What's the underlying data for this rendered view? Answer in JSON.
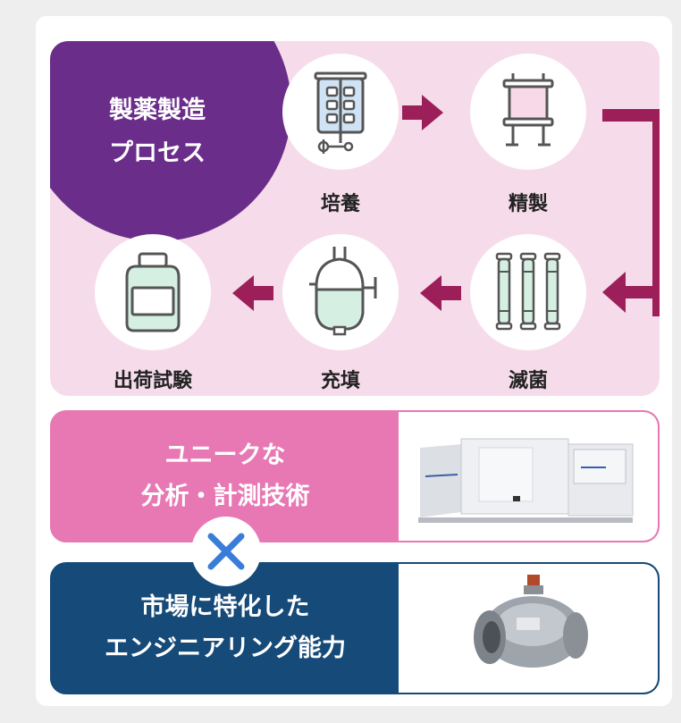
{
  "process": {
    "badge_line1": "製薬製造",
    "badge_line2": "プロセス",
    "steps": [
      {
        "label": "培養",
        "icon": "bioreactor-icon"
      },
      {
        "label": "精製",
        "icon": "purification-column-icon"
      },
      {
        "label": "滅菌",
        "icon": "filter-cartridges-icon"
      },
      {
        "label": "充填",
        "icon": "filling-vessel-icon"
      },
      {
        "label": "出荷試験",
        "icon": "bottle-icon"
      }
    ]
  },
  "features": {
    "analysis_line1": "ユニークな",
    "analysis_line2": "分析・計測技術",
    "engineering_line1": "市場に特化した",
    "engineering_line2": "エンジニアリング能力"
  },
  "colors": {
    "process_bg": "#f6dcea",
    "badge": "#6a2e8a",
    "arrow": "#9c1f5a",
    "pink_feature": "#e878b3",
    "navy_feature": "#164a78",
    "cross": "#3a7dd8"
  }
}
